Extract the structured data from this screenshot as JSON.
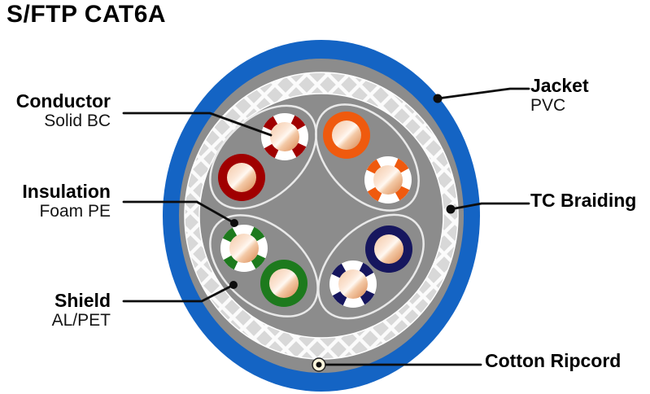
{
  "title": "S/FTP CAT6A",
  "callouts": {
    "left": [
      {
        "label": "Conductor",
        "value": "Solid BC"
      },
      {
        "label": "Insulation",
        "value": "Foam PE"
      },
      {
        "label": "Shield",
        "value": "AL/PET"
      }
    ],
    "right": [
      {
        "label": "Jacket",
        "value": "PVC"
      },
      {
        "label": "TC Braiding"
      },
      {
        "label": "Cotton Ripcord"
      }
    ]
  },
  "diagram": {
    "type": "cable-cross-section",
    "pairs": [
      {
        "position": "top-left",
        "solid_wire": "dark-red",
        "striped_wire": "white-red"
      },
      {
        "position": "top-right",
        "solid_wire": "orange",
        "striped_wire": "white-orange"
      },
      {
        "position": "bottom-left",
        "solid_wire": "green",
        "striped_wire": "white-green"
      },
      {
        "position": "bottom-right",
        "solid_wire": "navy-blue",
        "striped_wire": "white-blue"
      }
    ],
    "colors": {
      "jacket": "#1464c4",
      "filler": "#8c8c8c",
      "braid_bg": "#d8d8d8",
      "braid_line": "#fbfbfb",
      "pair_shield_outline": "#e9e9e9",
      "wire_red": "#a00000",
      "wire_orange": "#ef5a0e",
      "wire_green": "#1d7a1d",
      "wire_blue": "#16165e",
      "wire_white": "#ffffff",
      "copper_light": "#f3c9a6",
      "copper_mid": "#fce6d6",
      "copper_highlight": "#fff8f1",
      "copper_dark": "#d8854e",
      "leader_line": "#0d0d0d",
      "ripcord_ring": "#fdf6dd"
    }
  }
}
